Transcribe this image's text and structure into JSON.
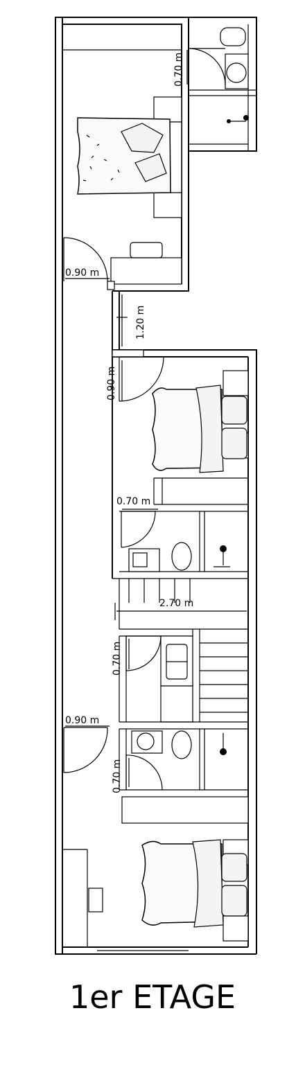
{
  "title": "1er ETAGE",
  "dimensions": {
    "top_wc_door": "0.70 m",
    "bedroom1_door": "0.90 m",
    "corridor_width": "1.20 m",
    "bedroom2_door": "0.90 m",
    "bath2_door": "0.70 m",
    "stair_width": "2.70 m",
    "kitchen_door": "0.70 m",
    "bedroom3_door": "0.90 m",
    "bath3_door": "0.70 m"
  }
}
